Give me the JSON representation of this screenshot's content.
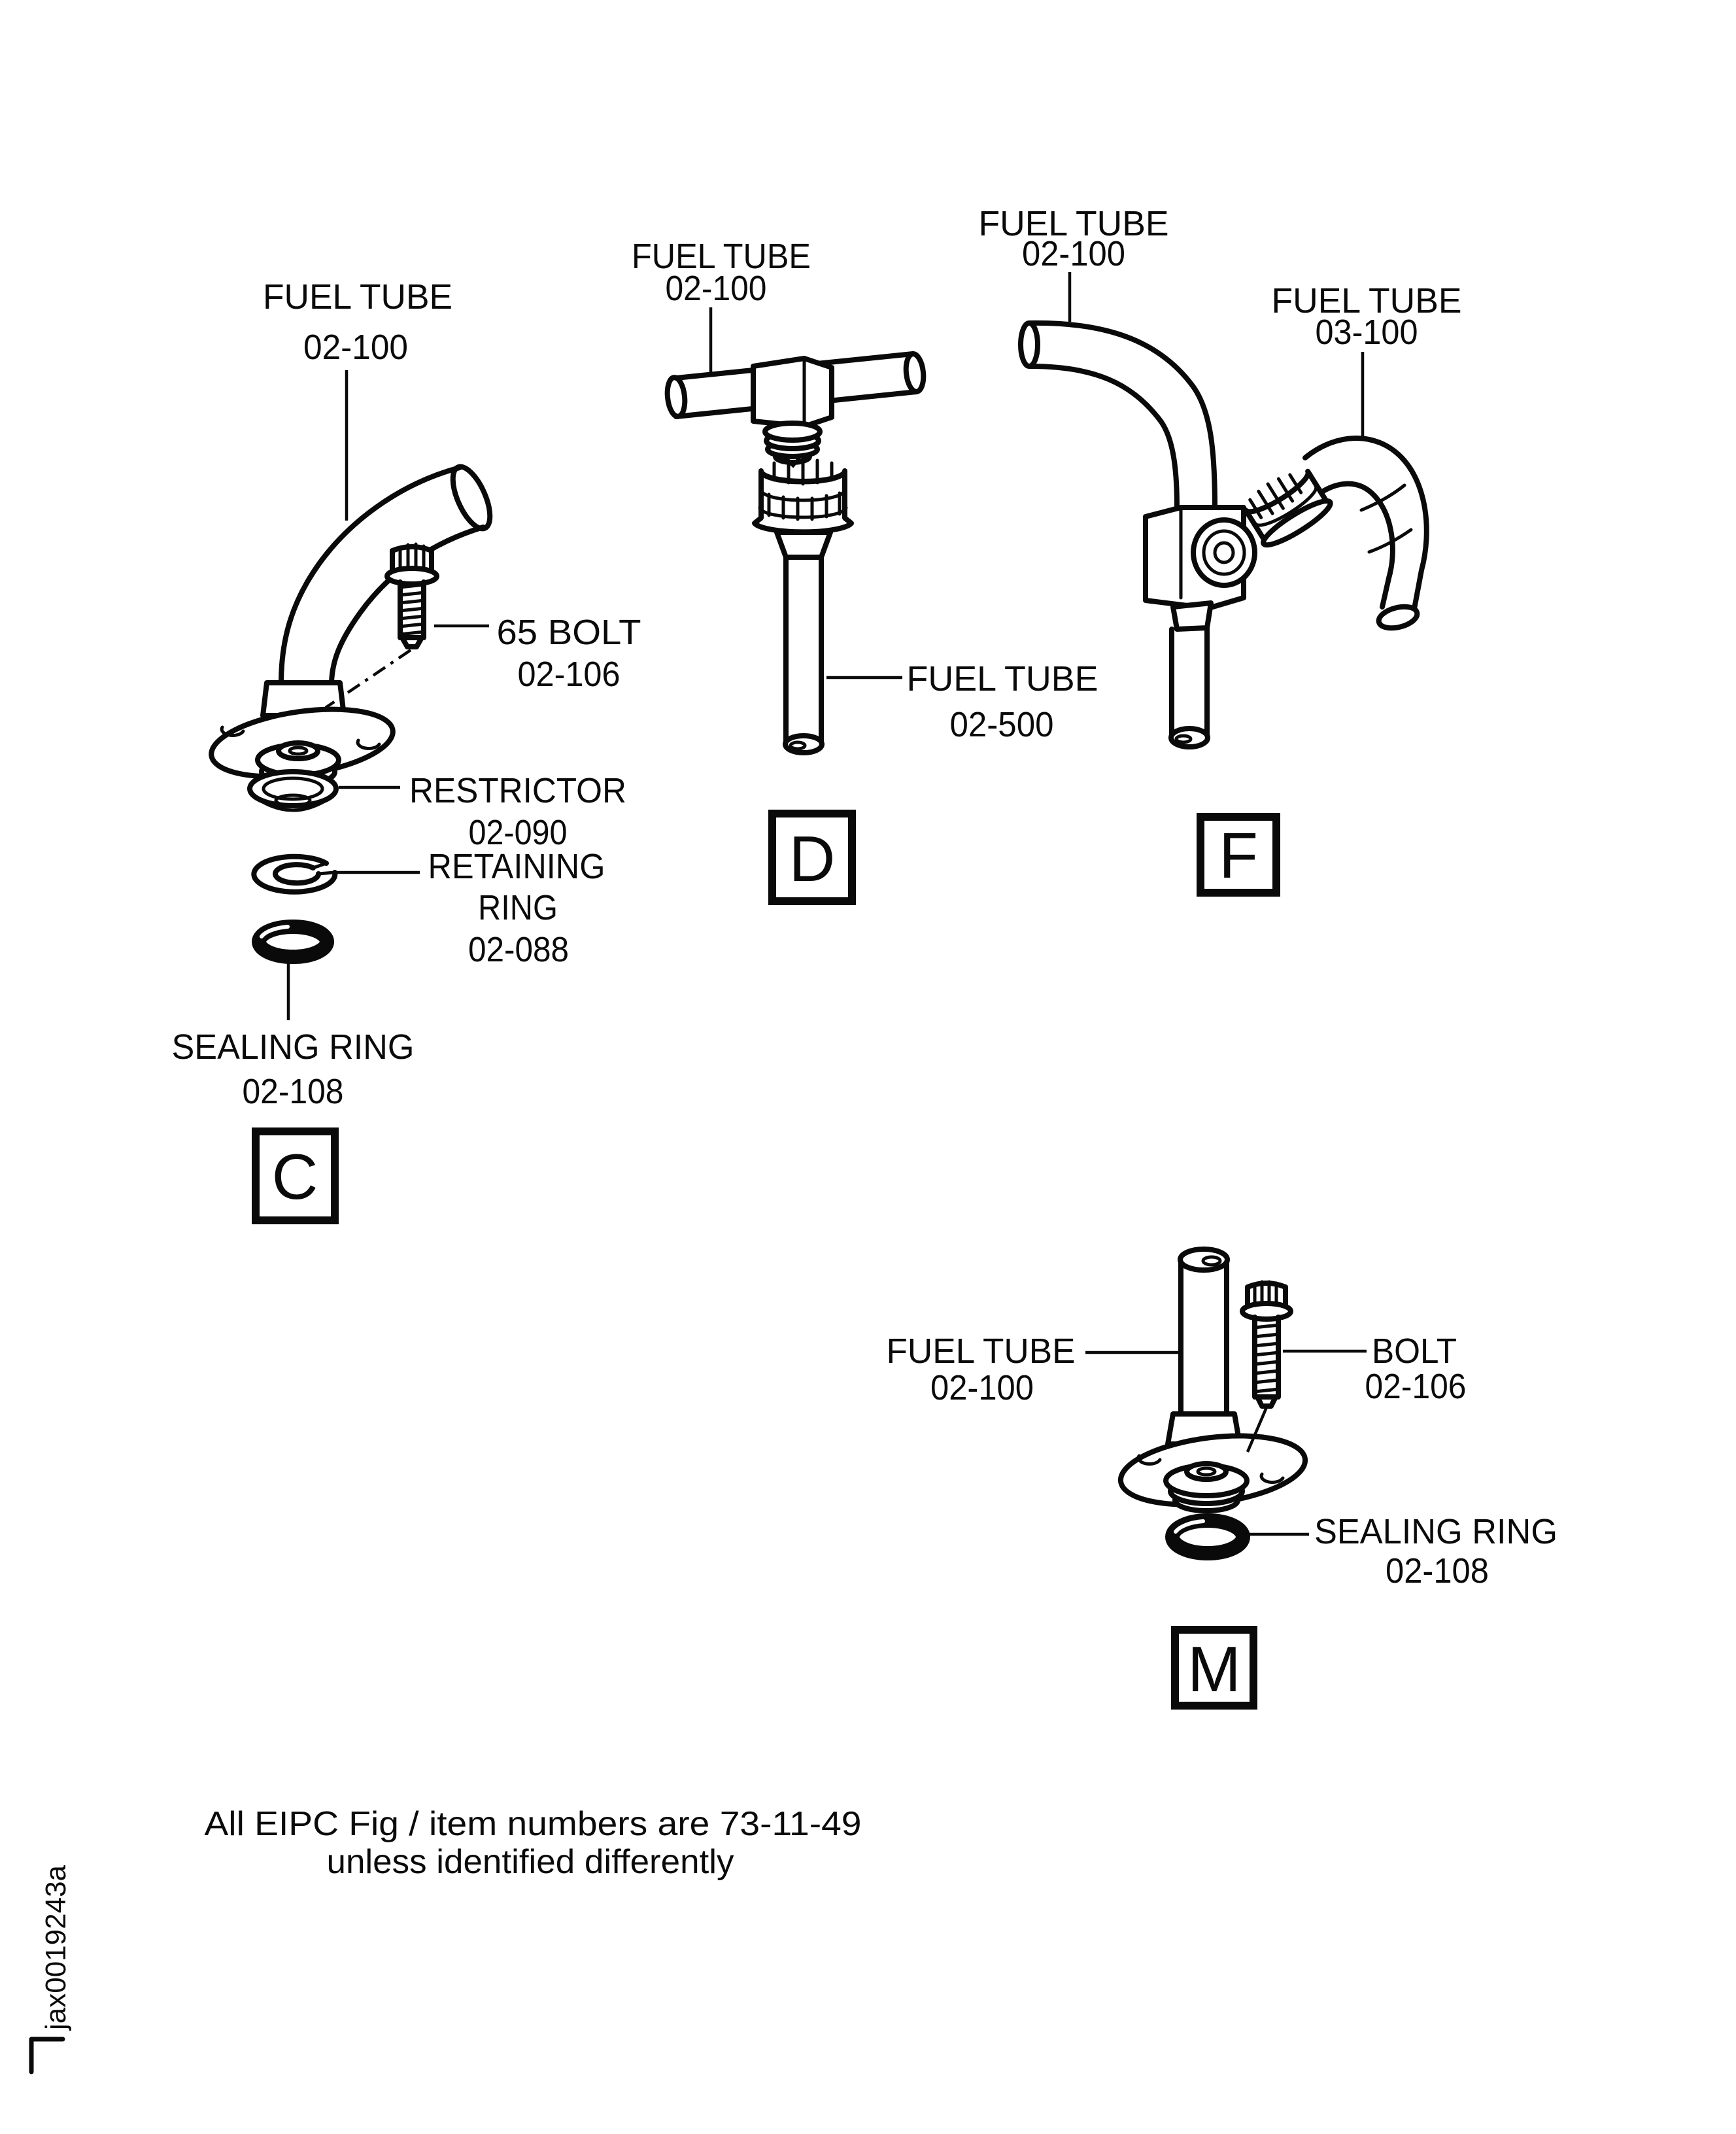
{
  "colors": {
    "ink": "#0a0a0a",
    "paper": "#ffffff"
  },
  "figure": {
    "note_line1": "All EIPC Fig / item numbers are 73-11-49",
    "note_line2": "unless identified differently",
    "watermark": "jax0019243a"
  },
  "sections": {
    "c": {
      "letter": "C",
      "fuel_tube": {
        "name": "FUEL TUBE",
        "ref": "02-100"
      },
      "bolt": {
        "name": "65 BOLT",
        "ref": "02-106"
      },
      "restrictor": {
        "name": "RESTRICTOR",
        "ref": "02-090"
      },
      "retaining_ring": {
        "name1": "RETAINING",
        "name2": "RING",
        "ref": "02-088"
      },
      "sealing_ring": {
        "name": "SEALING RING",
        "ref": "02-108"
      }
    },
    "d": {
      "letter": "D",
      "fuel_tube_main": {
        "name": "FUEL TUBE",
        "ref": "02-100"
      },
      "fuel_tube_branch": {
        "name": "FUEL TUBE",
        "ref": "02-500"
      }
    },
    "f": {
      "letter": "F",
      "fuel_tube_main": {
        "name": "FUEL TUBE",
        "ref": "02-100"
      },
      "fuel_tube_elbow": {
        "name": "FUEL TUBE",
        "ref": "03-100"
      }
    },
    "m": {
      "letter": "M",
      "fuel_tube": {
        "name": "FUEL TUBE",
        "ref": "02-100"
      },
      "bolt": {
        "name": "BOLT",
        "ref": "02-106"
      },
      "sealing_ring": {
        "name": "SEALING RING",
        "ref": "02-108"
      }
    }
  }
}
